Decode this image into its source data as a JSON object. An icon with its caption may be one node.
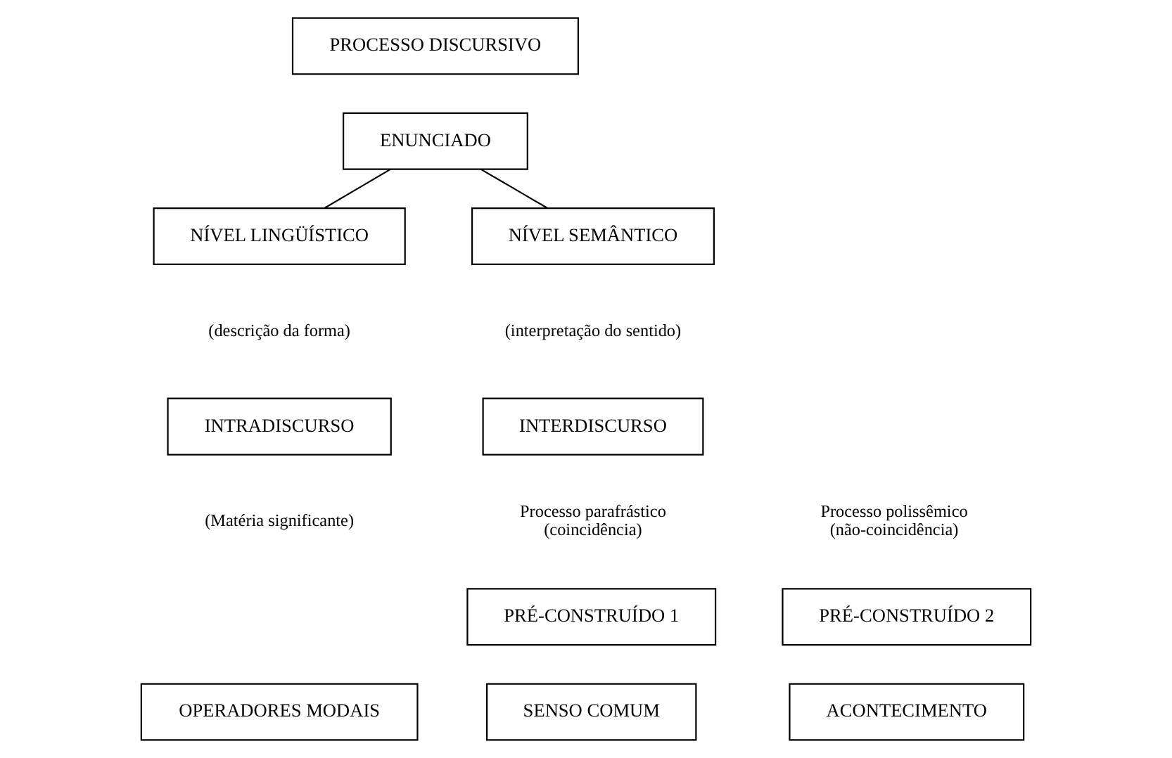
{
  "diagram": {
    "nodes": [
      {
        "text": [
          "PROCESSO DISCURSIVO"
        ]
      },
      {
        "text": [
          "ENUNCIADO"
        ]
      },
      {
        "text": [
          "NÍVEL LINGÜÍSTICO"
        ],
        "beside": [
          "(descrição da forma)"
        ]
      },
      {
        "text": [
          "NÍVEL SEMÂNTICO"
        ],
        "beside": [
          "(interpretação do sentido)"
        ]
      },
      {
        "text": [
          "INTRADISCURSO"
        ],
        "beside": [
          "(Matéria significante)"
        ]
      },
      {
        "text": [
          "INTERDISCURSO"
        ]
      },
      {
        "text": [
          "PRÉ-CONSTRUÍDO 1"
        ]
      },
      {
        "text": [
          "PRÉ-CONSTRUÍDO 2"
        ]
      },
      {
        "text": [
          "OPERADORES MODAIS"
        ]
      },
      {
        "text": [
          "SENSO COMUM"
        ]
      },
      {
        "text": [
          "ACONTECIMENTO"
        ]
      }
    ],
    "edges": [
      {
        "from": 1,
        "to": 2,
        "arrow": "none"
      },
      {
        "from": 1,
        "to": 3,
        "arrow": "none"
      }
    ],
    "labels": [
      "Processo parafrástico (coincidência)",
      "Processo polissêmico (não-coincidência)"
    ]
  }
}
